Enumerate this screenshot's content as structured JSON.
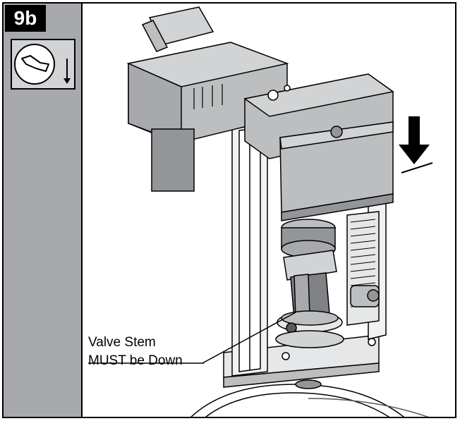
{
  "step": {
    "number": "9b"
  },
  "sidebar": {
    "icon": "valve-stem-down-icon"
  },
  "illustration": {
    "subject": "actuator-mounted-on-valve",
    "press_direction": "down-arrow-icon"
  },
  "callout": {
    "line1": "Valve Stem",
    "line2": "MUST be Down"
  },
  "colors": {
    "sidebar": "#a7a9ac",
    "actuator_body": "#bcbec0",
    "actuator_dark": "#939598",
    "outline": "#000000"
  }
}
